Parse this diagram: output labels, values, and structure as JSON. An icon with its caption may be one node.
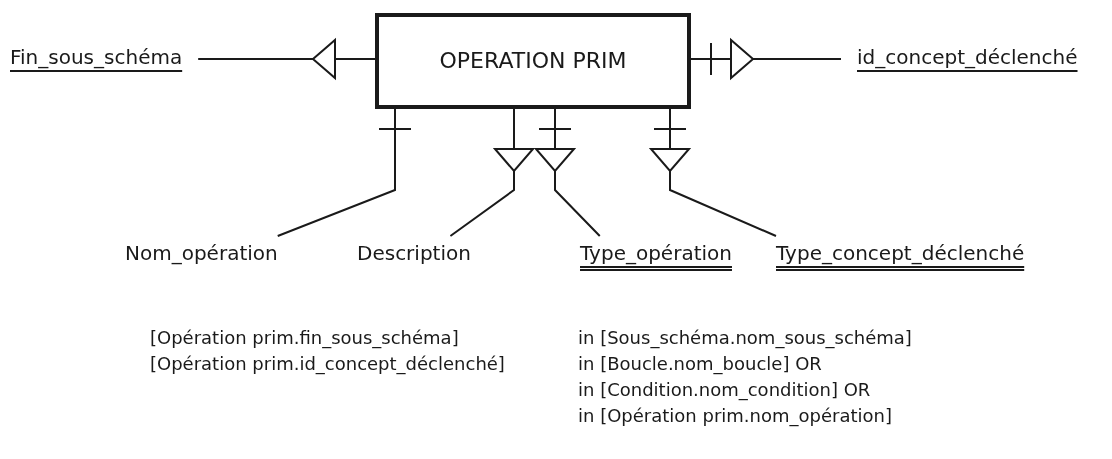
{
  "diagram": {
    "nodes": [
      {
        "text": [
          "OPERATION PRIM"
        ]
      },
      {
        "text": [
          "Fin_sous_schéma"
        ]
      },
      {
        "text": [
          "id_concept_déclenché"
        ]
      },
      {
        "text": [
          "Nom_opération"
        ]
      },
      {
        "text": [
          "Description"
        ]
      },
      {
        "text": [
          "Type_opération"
        ]
      },
      {
        "text": [
          "Type_concept_déclenché"
        ]
      }
    ],
    "edges": [
      {
        "from": 0,
        "to": 1,
        "arrow": "other"
      },
      {
        "from": 0,
        "to": 2,
        "arrow": "other"
      },
      {
        "from": 0,
        "to": 3,
        "arrow": "other"
      },
      {
        "from": 0,
        "to": 4,
        "arrow": "other"
      },
      {
        "from": 0,
        "to": 5,
        "arrow": "other"
      },
      {
        "from": 0,
        "to": 6,
        "arrow": "other"
      }
    ],
    "labels": [
      "[Opération prim.fin_sous_schéma]",
      "in [Sous_schéma.nom_sous_schéma]",
      "[Opération prim.id_concept_déclenché]",
      "in [Boucle.nom_boucle] OR",
      "in [Condition.nom_condition] OR",
      "in [Opération prim.nom_opération]"
    ]
  }
}
